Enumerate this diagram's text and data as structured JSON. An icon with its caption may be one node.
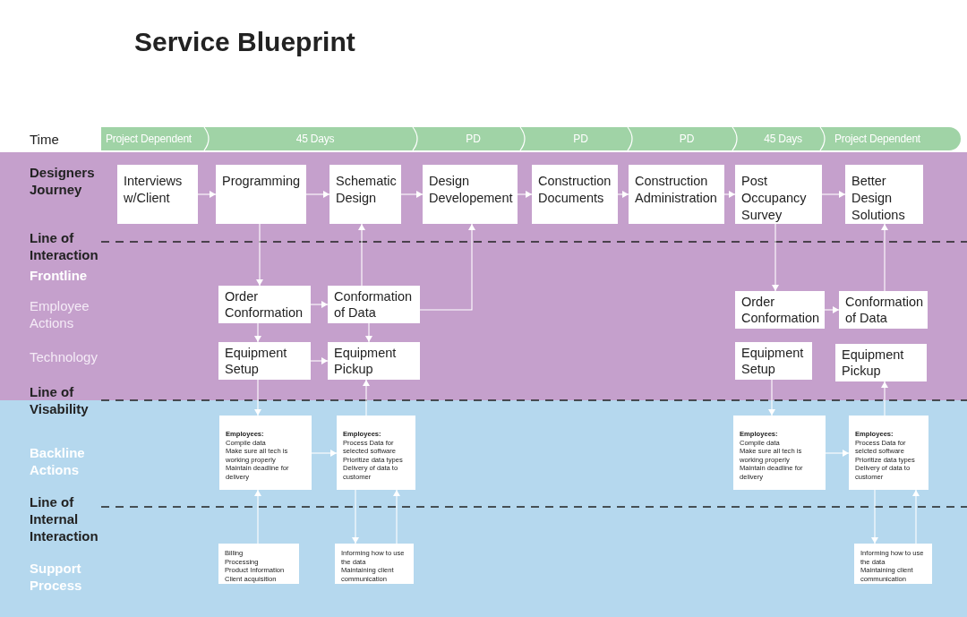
{
  "diagram": {
    "title": "Service Blueprint",
    "nodes": [
      {
        "text": [
          "Project Dependent"
        ]
      },
      {
        "text": [
          "45 Days"
        ]
      },
      {
        "text": [
          "PD"
        ]
      },
      {
        "text": [
          "PD"
        ]
      },
      {
        "text": [
          "PD"
        ]
      },
      {
        "text": [
          "45 Days"
        ]
      },
      {
        "text": [
          "Project Dependent"
        ]
      },
      {
        "text": [
          "Interviews w/Client"
        ]
      },
      {
        "text": [
          "Programming"
        ]
      },
      {
        "text": [
          "Schematic Design"
        ]
      },
      {
        "text": [
          "Design Developement"
        ]
      },
      {
        "text": [
          "Construction Documents"
        ]
      },
      {
        "text": [
          "Construction Administration"
        ]
      },
      {
        "text": [
          "Post Occupancy Survey"
        ]
      },
      {
        "text": [
          "Better Design Solutions"
        ]
      },
      {
        "text": [
          "Order Conformation"
        ]
      },
      {
        "text": [
          "Conformation of Data"
        ]
      },
      {
        "text": [
          "Order Conformation"
        ]
      },
      {
        "text": [
          "Conformation of Data"
        ]
      },
      {
        "text": [
          "Equipment Setup"
        ]
      },
      {
        "text": [
          "Equipment Pickup"
        ]
      },
      {
        "text": [
          "Equipment Setup"
        ]
      },
      {
        "text": [
          "Equipment Pickup"
        ]
      },
      {
        "text": [
          "Employees:",
          "Compile data",
          "Make sure all tech is working properly",
          "Maintain deadline for delivery"
        ]
      },
      {
        "text": [
          "Employees:",
          "Process Data for selected software",
          "Prioritize data types",
          "Delivery of data to customer"
        ]
      },
      {
        "text": [
          "Employees:",
          "Compile data",
          "Make sure all tech is working properly",
          "Maintain deadline for delivery"
        ]
      },
      {
        "text": [
          "Employees:",
          "Process Data for selcted software",
          "Prioritize data types",
          "Delivery of data to customer"
        ]
      },
      {
        "text": [
          "Billing",
          "Processing",
          "Product Information",
          "Client acquisition"
        ]
      },
      {
        "text": [
          "Informing how to use the data",
          "Maintaining client communication"
        ]
      },
      {
        "text": [
          "Informing how to use the data",
          "Maintaining client communication"
        ]
      }
    ],
    "edges": [
      {
        "from": 7,
        "to": 8,
        "arrow": "to"
      },
      {
        "from": 8,
        "to": 9,
        "arrow": "to"
      },
      {
        "from": 9,
        "to": 10,
        "arrow": "to"
      },
      {
        "from": 10,
        "to": 11,
        "arrow": "to"
      },
      {
        "from": 11,
        "to": 12,
        "arrow": "to"
      },
      {
        "from": 12,
        "to": 13,
        "arrow": "to"
      },
      {
        "from": 13,
        "to": 14,
        "arrow": "to"
      },
      {
        "from": 8,
        "to": 15,
        "arrow": "to"
      },
      {
        "from": 15,
        "to": 16,
        "arrow": "to"
      },
      {
        "from": 16,
        "to": 9,
        "arrow": "to"
      },
      {
        "from": 16,
        "to": 10,
        "arrow": "to"
      },
      {
        "from": 15,
        "to": 19,
        "arrow": "to"
      },
      {
        "from": 16,
        "to": 20,
        "arrow": "to"
      },
      {
        "from": 19,
        "to": 20,
        "arrow": "to"
      },
      {
        "from": 19,
        "to": 23,
        "arrow": "to"
      },
      {
        "from": 24,
        "to": 20,
        "arrow": "to"
      },
      {
        "from": 23,
        "to": 24,
        "arrow": "to"
      },
      {
        "from": 27,
        "to": 23,
        "arrow": "to"
      },
      {
        "from": 24,
        "to": 28,
        "arrow": "to"
      },
      {
        "from": 28,
        "to": 24,
        "arrow": "to"
      },
      {
        "from": 13,
        "to": 17,
        "arrow": "to"
      },
      {
        "from": 17,
        "to": 18,
        "arrow": "to"
      },
      {
        "from": 18,
        "to": 14,
        "arrow": "to"
      },
      {
        "from": 21,
        "to": 25,
        "arrow": "to"
      },
      {
        "from": 26,
        "to": 22,
        "arrow": "to"
      },
      {
        "from": 25,
        "to": 26,
        "arrow": "to"
      },
      {
        "from": 26,
        "to": 29,
        "arrow": "to"
      },
      {
        "from": 29,
        "to": 26,
        "arrow": "to"
      }
    ],
    "labels": [
      "Time",
      "Designers Journey",
      "Line of Interaction",
      "Frontline",
      "Employee Actions",
      "Technology",
      "Line of Visability",
      "Backline Actions",
      "Line of Internal Interaction",
      "Support Process"
    ]
  }
}
